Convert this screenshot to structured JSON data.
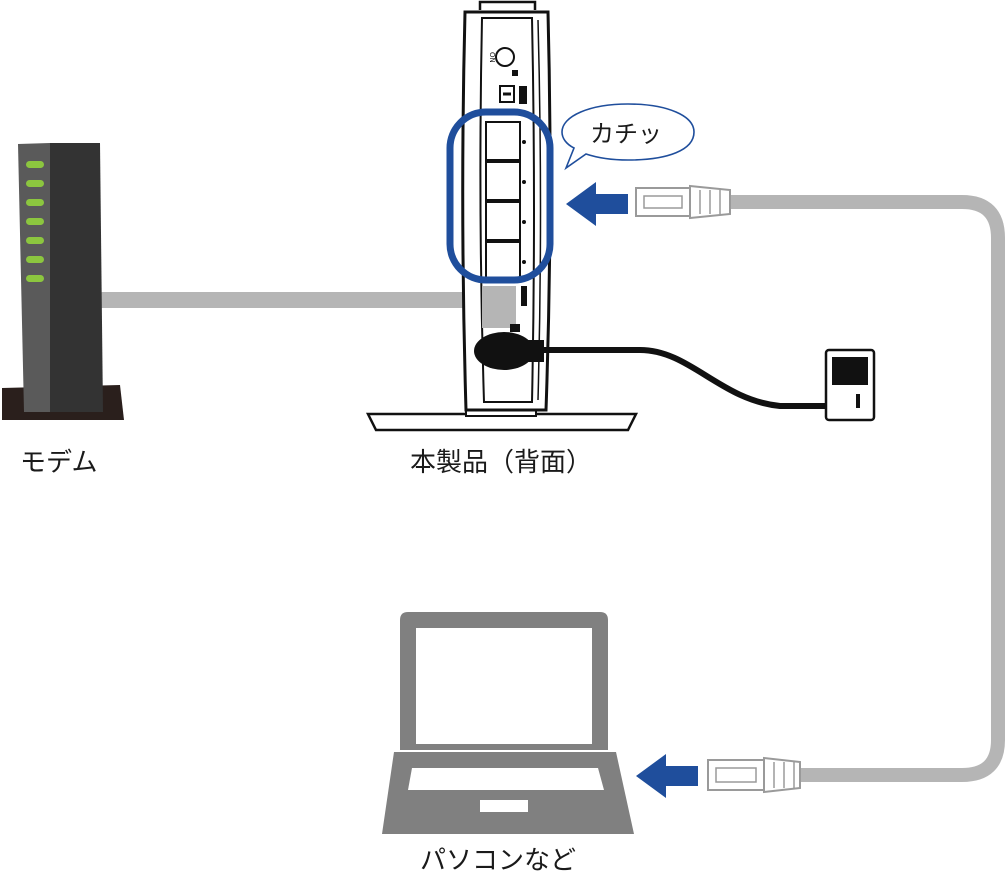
{
  "labels": {
    "modem": "モデム",
    "router": "本製品（背面）",
    "pc": "パソコンなど",
    "bubble": "カチッ"
  },
  "colors": {
    "cable_gray": "#b5b5b5",
    "power_cable": "#111111",
    "arrow_blue": "#1f4e9c",
    "highlight_ring": "#1f4e9c",
    "modem_body": "#4a4a4a",
    "modem_led": "#8cc63f",
    "laptop_gray": "#808080",
    "outline": "#111111"
  },
  "icons": {
    "modem": "modem-icon",
    "router": "router-icon",
    "laptop": "laptop-icon",
    "outlet": "power-outlet-icon",
    "plug": "lan-plug-icon",
    "arrow": "arrow-left-icon"
  },
  "modem_led_count": 7,
  "router_lan_port_count": 4
}
